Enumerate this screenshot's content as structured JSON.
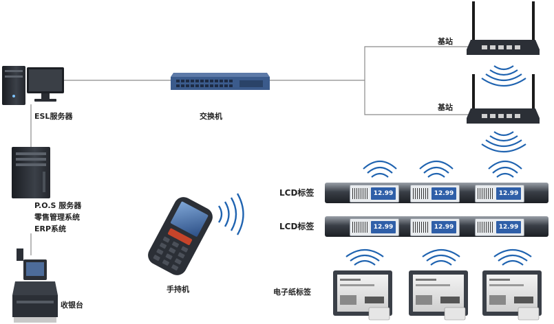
{
  "labels": {
    "esl_server": "ESL服务器",
    "switch": "交换机",
    "base_station_1": "基站",
    "base_station_2": "基站",
    "pos_server_line1": "P.O.S 服务器",
    "pos_server_line2": "零售管理系统",
    "pos_server_line3": "ERP系统",
    "cashier": "收银台",
    "handheld": "手持机",
    "lcd_row_1": "LCD标签",
    "lcd_row_2": "LCD标签",
    "epaper": "电子纸标签"
  },
  "lcd_tags": {
    "row1": [
      {
        "price": "12.99"
      },
      {
        "price": "12.99"
      },
      {
        "price": "12.99"
      }
    ],
    "row2": [
      {
        "price": "12.99"
      },
      {
        "price": "12.99"
      },
      {
        "price": "12.99"
      }
    ]
  },
  "colors": {
    "wire": "#8a8a8a",
    "wave": "#1f63b0",
    "device_dark": "#2b2f36",
    "switch_blue": "#3b5b8c",
    "tag_blue": "#2f5fa8"
  }
}
